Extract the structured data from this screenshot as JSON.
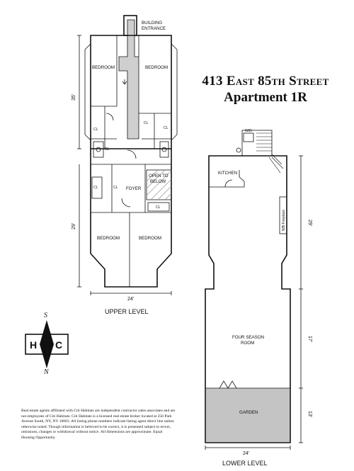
{
  "address": {
    "street": "413 East 85th Street",
    "unit": "Apartment 1R"
  },
  "upper_level": {
    "label": "UPPER LEVEL",
    "building_entrance": [
      "BUILDING",
      "ENTRANCE"
    ],
    "rooms": {
      "bedroom_top_left": "BEDROOM",
      "bedroom_top_right": "BEDROOM",
      "foyer": "FOYER",
      "open_to_below": [
        "OPEN TO",
        "BELOW"
      ],
      "bedroom_bottom_left": "BEDROOM",
      "bedroom_bottom_right": "BEDROOM",
      "closet": "CL"
    },
    "dimensions": {
      "top_height": "35'",
      "bottom_height": "29'",
      "width": "24'"
    }
  },
  "lower_level": {
    "label": "LOWER LEVEL",
    "rooms": {
      "wd": "W/D",
      "kitchen": "KITCHEN",
      "fireplace": "WB Fireplace",
      "four_season": [
        "FOUR SEASON",
        "ROOM"
      ],
      "garden": "GARDEN"
    },
    "dimensions": {
      "main_height": "29'",
      "room_height": "17'",
      "garden_height": "13'",
      "width": "24'"
    }
  },
  "compass": {
    "south": "S",
    "north": "N",
    "logo_left": "H",
    "logo_right": "C"
  },
  "disclaimer": "Real estate agents affiliated with Citi Habitats are independent contractor sales associates and are not employees of Citi Habitats. Citi Habitats is a licensed real estate broker located at 250 Park Avenue South, NY, NY 10003. All listing phone numbers indicate listing agent direct line unless otherwise noted. Though information is believed to be correct, it is presented subject to errors, omissions, changes or withdrawal without notice. All dimensions are approximate. Equal Housing Opportunity.",
  "colors": {
    "ink": "#111111",
    "stair_fill": "#cfcfcf",
    "garden_fill": "#c4c4c4"
  }
}
